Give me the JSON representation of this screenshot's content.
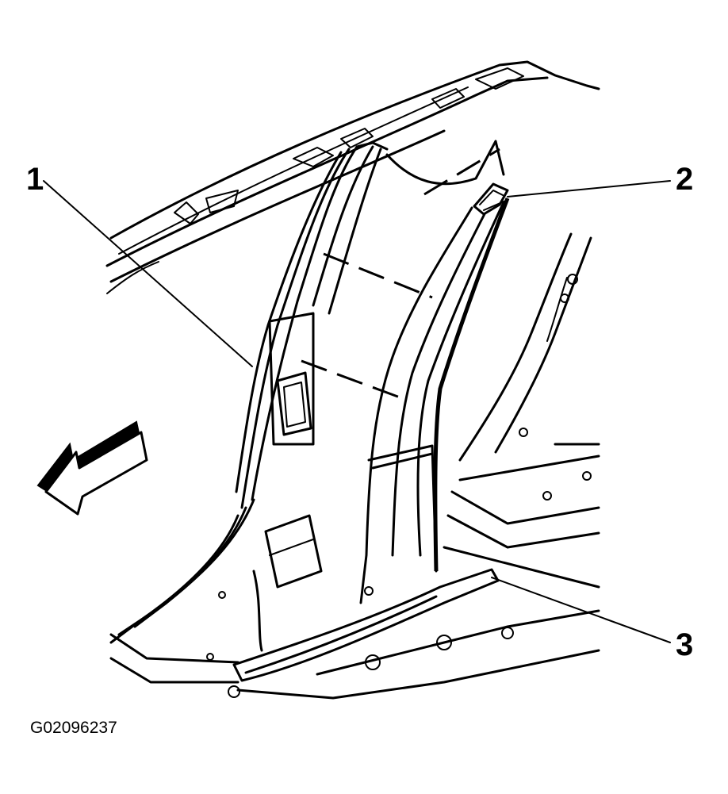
{
  "callouts": [
    {
      "id": "1",
      "label": "1"
    },
    {
      "id": "2",
      "label": "2"
    },
    {
      "id": "3",
      "label": "3"
    }
  ],
  "figure_id": "G02096237",
  "icons": [
    "direction-arrow-icon"
  ]
}
